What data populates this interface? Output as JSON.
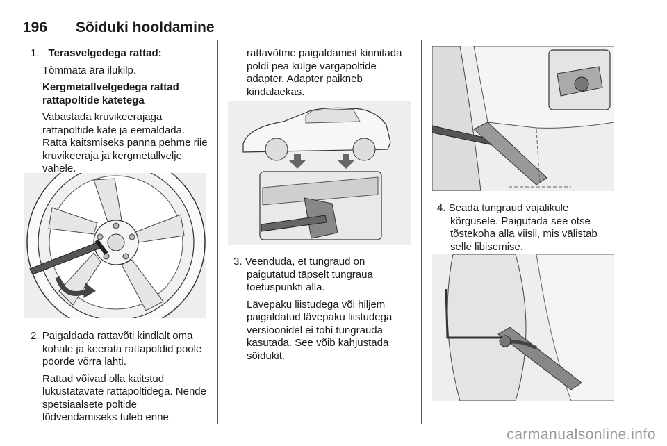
{
  "header": {
    "page_number": "196",
    "title": "Sõiduki hooldamine"
  },
  "col1": {
    "step1_num": "1.",
    "step1_title": "Terasvelgedega rattad:",
    "step1_text": "Tõmmata ära ilukilp.",
    "alloy_title": "Kergmetallvelgedega rattad rattapoltide katetega",
    "alloy_text": "Vabastada kruvikeerajaga rattapoltide kate ja eemaldada. Ratta kaitsmiseks panna pehme riie kruvikeeraja ja kergmetallvelje vahele.",
    "step2_num": "2.",
    "step2_text": "Paigaldada rattavõti kindlalt oma kohale ja keerata rattapoldid poole pöörde võrra lahti.",
    "step2_note": "Rattad võivad olla kaitstud lukustatavate rattapoltidega. Nende spetsiaalsete poltide lõdvendamiseks tuleb enne"
  },
  "col2": {
    "cont_text": "rattavõtme paigaldamist kinnitada poldi pea külge vargapoltide adapter. Adapter paikneb kindalaekas.",
    "step3_num": "3.",
    "step3_text": "Veenduda, et tungraud on paigutatud täpselt tungraua toetuspunkti alla.",
    "step3_note": "Lävepaku liistudega või hiljem paigaldatud lävepaku liistudega versioonidel ei tohi tungrauda kasutada. See võib kahjustada sõidukit."
  },
  "col3": {
    "step4_num": "4.",
    "step4_text": "Seada tungraud vajalikule kõrgusele. Paigutada see otse tõstekoha alla viisil, mis välistab selle libisemise."
  },
  "footer": {
    "watermark": "carmanualsonline.info"
  }
}
